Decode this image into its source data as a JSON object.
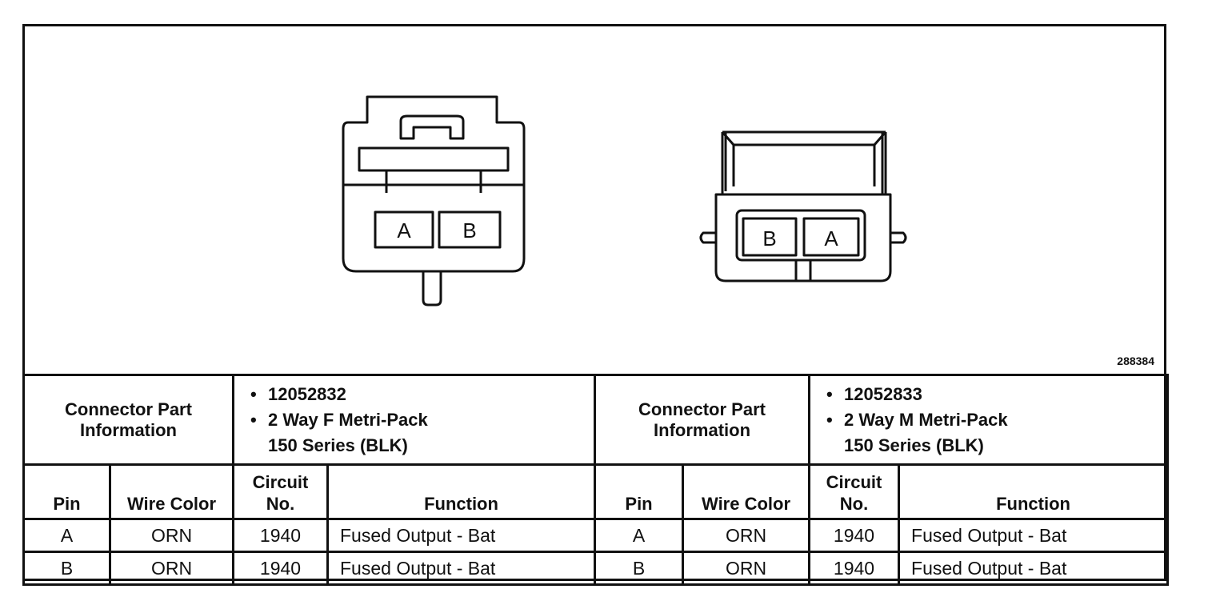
{
  "figure_id": "288384",
  "left_connector": {
    "pin_labels": [
      "A",
      "B"
    ],
    "info_label": "Connector Part Information",
    "part_number": "12052832",
    "description_line1": "2 Way F Metri-Pack",
    "description_line2": "150 Series (BLK)",
    "headers": {
      "pin": "Pin",
      "wire_color": "Wire Color",
      "circuit": "Circuit No.",
      "function": "Function"
    },
    "rows": [
      {
        "pin": "A",
        "wire_color": "ORN",
        "circuit": "1940",
        "function": "Fused Output - Bat"
      },
      {
        "pin": "B",
        "wire_color": "ORN",
        "circuit": "1940",
        "function": "Fused Output - Bat"
      }
    ]
  },
  "right_connector": {
    "pin_labels": [
      "B",
      "A"
    ],
    "info_label": "Connector Part Information",
    "part_number": "12052833",
    "description_line1": "2 Way M Metri-Pack",
    "description_line2": "150 Series (BLK)",
    "headers": {
      "pin": "Pin",
      "wire_color": "Wire Color",
      "circuit": "Circuit No.",
      "function": "Function"
    },
    "rows": [
      {
        "pin": "A",
        "wire_color": "ORN",
        "circuit": "1940",
        "function": "Fused Output - Bat"
      },
      {
        "pin": "B",
        "wire_color": "ORN",
        "circuit": "1940",
        "function": "Fused Output - Bat"
      }
    ]
  }
}
